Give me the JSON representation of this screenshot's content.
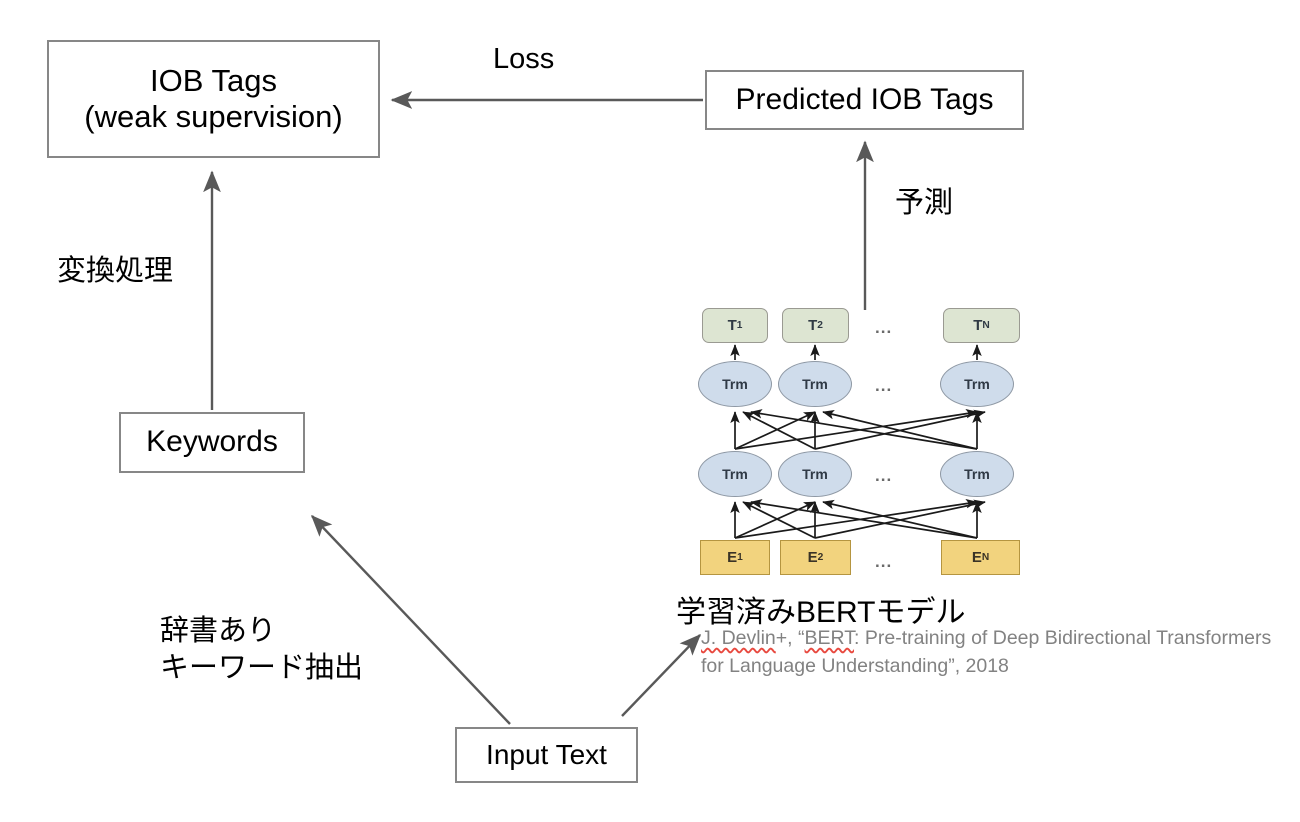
{
  "diagram": {
    "title": "Weak supervision IOB tagging with pre-trained BERT",
    "background_color": "#ffffff",
    "node_border_color": "#878787",
    "arrow_color": "#595959"
  },
  "nodes": {
    "iob_tags": {
      "line1": "IOB Tags",
      "line2": "(weak supervision)"
    },
    "keywords": {
      "label": "Keywords"
    },
    "input_text": {
      "label": "Input Text"
    },
    "predicted_iob_tags": {
      "label": "Predicted IOB Tags"
    }
  },
  "edge_labels": {
    "loss": "Loss",
    "conversion": "変換処理",
    "prediction": "予測",
    "keyword_extraction_line1": "辞書あり",
    "keyword_extraction_line2": "キーワード抽出"
  },
  "bert": {
    "caption": "学習済みBERTモデル",
    "colors": {
      "output_fill": "#dde5d2",
      "output_border": "#9a9a92",
      "transformer_fill": "#cfdceb",
      "transformer_border": "#8e98a4",
      "embedding_fill": "#f2d37e",
      "embedding_border": "#b59540"
    },
    "ellipsis": "...",
    "outputs": [
      {
        "base": "T",
        "sub": "1"
      },
      {
        "base": "T",
        "sub": "2"
      },
      {
        "base": "T",
        "sub": "N"
      }
    ],
    "transformer_top": [
      {
        "label": "Trm"
      },
      {
        "label": "Trm"
      },
      {
        "label": "Trm"
      }
    ],
    "transformer_bottom": [
      {
        "label": "Trm"
      },
      {
        "label": "Trm"
      },
      {
        "label": "Trm"
      }
    ],
    "embeddings": [
      {
        "base": "E",
        "sub": "1"
      },
      {
        "base": "E",
        "sub": "2"
      },
      {
        "base": "E",
        "sub": "N"
      }
    ]
  },
  "citation": {
    "authors": "J. Devlin",
    "plus": "+",
    "separator": ", ",
    "open_quote": "“",
    "title_part1": "BERT",
    "title_rest": ": Pre-training of Deep Bidirectional Transformers for Language Understanding",
    "close_quote": "”",
    "year": ", 2018",
    "full_text": "J. Devlin+, “BERT: Pre-training of Deep Bidirectional Transformers for Language Understanding”, 2018",
    "color": "#828282"
  }
}
